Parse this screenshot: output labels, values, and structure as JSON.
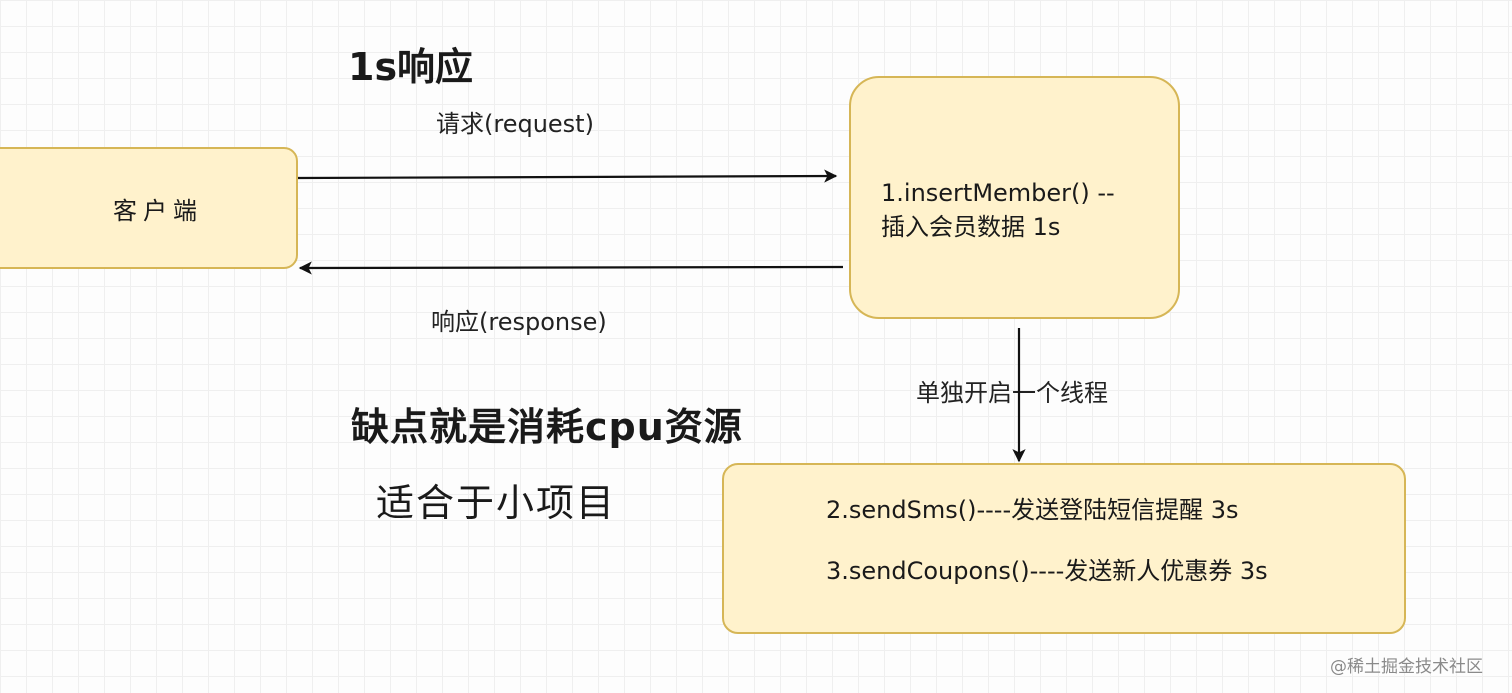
{
  "title": "1s响应",
  "client": {
    "label": "客户端"
  },
  "server": {
    "line1": "1.insertMember() --",
    "line2": "插入会员数据  1s"
  },
  "arrows": {
    "request_label": "请求(request)",
    "response_label": "响应(response)",
    "thread_label": "单独开启一个线程"
  },
  "thread_box": {
    "line1": "2.sendSms()----发送登陆短信提醒 3s",
    "line2": "3.sendCoupons()----发送新人优惠券  3s"
  },
  "notes": {
    "drawback": "缺点就是消耗cpu资源",
    "suitable": "适合于小项目"
  },
  "watermark": "@稀土掘金技术社区",
  "colors": {
    "box_fill": "#fff2cc",
    "box_border": "#d6b656",
    "arrow": "#111111"
  }
}
